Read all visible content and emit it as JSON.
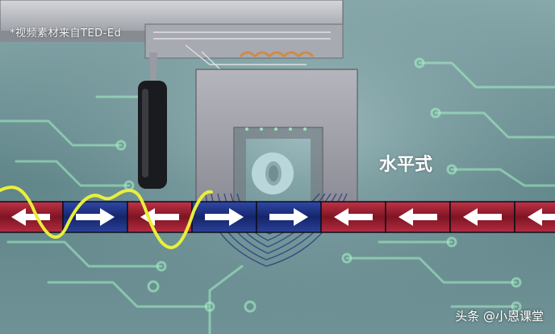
{
  "image": {
    "caption_top": "*视频素材来自TED-Ed",
    "label": "水平式",
    "watermark": "头条 @小恩课堂"
  },
  "magnetic_track": {
    "arrows": [
      "left",
      "right",
      "left",
      "right",
      "right",
      "left",
      "left",
      "left",
      "left"
    ]
  },
  "colors": {
    "background": "#6f8f93",
    "track_red": "#8f1b2a",
    "track_blue": "#1c2f7a",
    "signal_yellow": "#e9ef3b",
    "circuit_green": "#a5f2c5"
  }
}
